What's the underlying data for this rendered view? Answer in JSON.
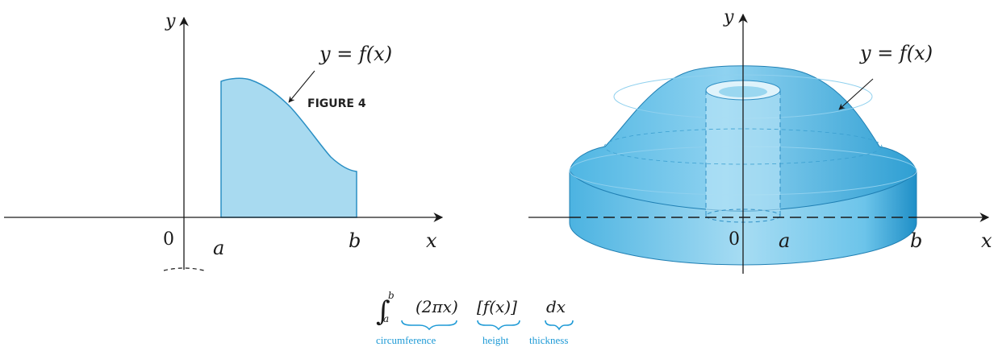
{
  "left_graph": {
    "y_axis_label": "y",
    "x_axis_label": "x",
    "origin_label": "0",
    "a_label": "a",
    "b_label": "b",
    "curve_label": "y = f(x)",
    "figure_caption": "FIGURE 4"
  },
  "right_graph": {
    "y_axis_label": "y",
    "x_axis_label": "x",
    "origin_label": "0",
    "a_label": "a",
    "b_label": "b",
    "curve_label": "y = f(x)"
  },
  "formula": {
    "integral_sign": "∫",
    "upper_limit": "b",
    "lower_limit": "a",
    "factor_circumference": "(2πx)",
    "factor_height": "[f(x)]",
    "factor_thickness": "dx",
    "label_circumference": "circumference",
    "label_height": "height",
    "label_thickness": "thickness"
  },
  "colors": {
    "region_fill": "#a8daf0",
    "region_stroke": "#2a8fc4",
    "solid_fill": "#5cc0ea",
    "solid_dark": "#2f9fd3",
    "solid_light": "#bfe7f7",
    "accent_blue": "#1e9ad6",
    "axis": "#1a1a1a"
  }
}
